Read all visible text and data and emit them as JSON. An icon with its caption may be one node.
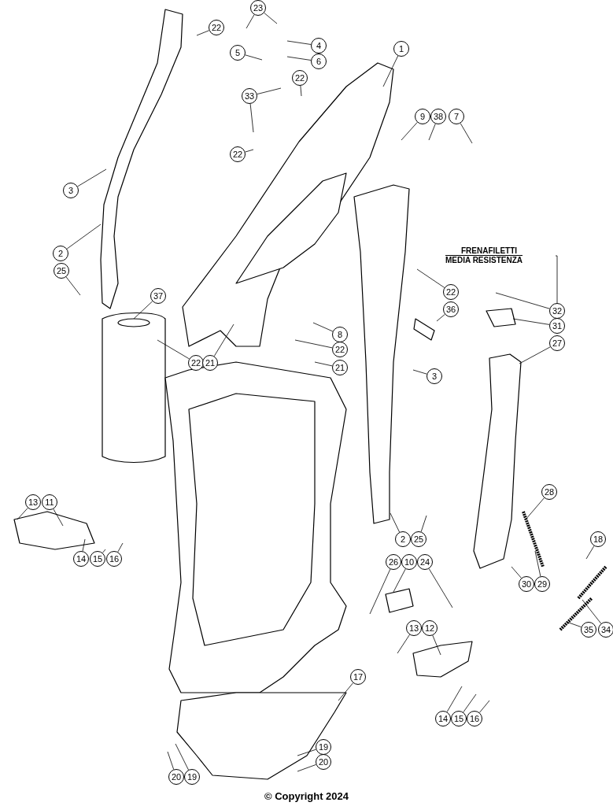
{
  "diagram": {
    "caption": "© Copyright 2024",
    "nodes": [
      {
        "text": [
          "23"
        ]
      },
      {
        "text": [
          "22"
        ]
      },
      {
        "text": [
          "4"
        ]
      },
      {
        "text": [
          "5"
        ]
      },
      {
        "text": [
          "6"
        ]
      },
      {
        "text": [
          "1"
        ]
      },
      {
        "text": [
          "22"
        ]
      },
      {
        "text": [
          "33"
        ]
      },
      {
        "text": [
          "9"
        ]
      },
      {
        "text": [
          "38"
        ]
      },
      {
        "text": [
          "7"
        ]
      },
      {
        "text": [
          "22"
        ]
      },
      {
        "text": [
          "3"
        ]
      },
      {
        "text": [
          "2"
        ]
      },
      {
        "text": [
          "25"
        ]
      },
      {
        "text": [
          "37"
        ]
      },
      {
        "text": [
          "FRENAFILETTI",
          "MEDIA RESISTENZA"
        ]
      },
      {
        "text": [
          "22"
        ]
      },
      {
        "text": [
          "36"
        ]
      },
      {
        "text": [
          "32"
        ]
      },
      {
        "text": [
          "31"
        ]
      },
      {
        "text": [
          "27"
        ]
      },
      {
        "text": [
          "8"
        ]
      },
      {
        "text": [
          "22"
        ]
      },
      {
        "text": [
          "22"
        ]
      },
      {
        "text": [
          "21"
        ]
      },
      {
        "text": [
          "21"
        ]
      },
      {
        "text": [
          "3"
        ]
      },
      {
        "text": [
          "28"
        ]
      },
      {
        "text": [
          "13"
        ]
      },
      {
        "text": [
          "11"
        ]
      },
      {
        "text": [
          "2"
        ]
      },
      {
        "text": [
          "25"
        ]
      },
      {
        "text": [
          "18"
        ]
      },
      {
        "text": [
          "14"
        ]
      },
      {
        "text": [
          "15"
        ]
      },
      {
        "text": [
          "16"
        ]
      },
      {
        "text": [
          "30"
        ]
      },
      {
        "text": [
          "29"
        ]
      },
      {
        "text": [
          "26"
        ]
      },
      {
        "text": [
          "10"
        ]
      },
      {
        "text": [
          "24"
        ]
      },
      {
        "text": [
          "35"
        ]
      },
      {
        "text": [
          "34"
        ]
      },
      {
        "text": [
          "13"
        ]
      },
      {
        "text": [
          "12"
        ]
      },
      {
        "text": [
          "17"
        ]
      },
      {
        "text": [
          "14"
        ]
      },
      {
        "text": [
          "15"
        ]
      },
      {
        "text": [
          "16"
        ]
      },
      {
        "text": [
          "19"
        ]
      },
      {
        "text": [
          "20"
        ]
      },
      {
        "text": [
          "20"
        ]
      },
      {
        "text": [
          "19"
        ]
      }
    ],
    "edges": [
      {
        "from": 0,
        "to": null,
        "arrow": "none"
      },
      {
        "from": 0,
        "to": null,
        "arrow": "none"
      },
      {
        "from": 1,
        "to": null,
        "arrow": "none"
      },
      {
        "from": 2,
        "to": null,
        "arrow": "none"
      },
      {
        "from": 3,
        "to": null,
        "arrow": "none"
      },
      {
        "from": 4,
        "to": null,
        "arrow": "none"
      },
      {
        "from": 5,
        "to": null,
        "arrow": "none"
      },
      {
        "from": 6,
        "to": null,
        "arrow": "none"
      },
      {
        "from": 7,
        "to": null,
        "arrow": "none"
      },
      {
        "from": 7,
        "to": null,
        "arrow": "none"
      },
      {
        "from": 8,
        "to": null,
        "arrow": "none"
      },
      {
        "from": 9,
        "to": null,
        "arrow": "none"
      },
      {
        "from": 10,
        "to": null,
        "arrow": "none"
      },
      {
        "from": 11,
        "to": null,
        "arrow": "none"
      },
      {
        "from": 12,
        "to": null,
        "arrow": "none"
      },
      {
        "from": 13,
        "to": null,
        "arrow": "none"
      },
      {
        "from": 14,
        "to": null,
        "arrow": "none"
      },
      {
        "from": 15,
        "to": null,
        "arrow": "none"
      },
      {
        "from": 16,
        "to": 19,
        "arrow": "none"
      },
      {
        "from": 17,
        "to": null,
        "arrow": "none"
      },
      {
        "from": 18,
        "to": null,
        "arrow": "none"
      },
      {
        "from": 19,
        "to": null,
        "arrow": "none"
      },
      {
        "from": 20,
        "to": null,
        "arrow": "none"
      },
      {
        "from": 21,
        "to": null,
        "arrow": "none"
      },
      {
        "from": 22,
        "to": null,
        "arrow": "none"
      },
      {
        "from": 23,
        "to": null,
        "arrow": "none"
      },
      {
        "from": 24,
        "to": null,
        "arrow": "none"
      },
      {
        "from": 25,
        "to": null,
        "arrow": "none"
      },
      {
        "from": 26,
        "to": null,
        "arrow": "none"
      },
      {
        "from": 27,
        "to": null,
        "arrow": "none"
      },
      {
        "from": 28,
        "to": null,
        "arrow": "none"
      },
      {
        "from": 29,
        "to": null,
        "arrow": "none"
      },
      {
        "from": 30,
        "to": null,
        "arrow": "none"
      },
      {
        "from": 31,
        "to": null,
        "arrow": "none"
      },
      {
        "from": 32,
        "to": null,
        "arrow": "none"
      },
      {
        "from": 33,
        "to": null,
        "arrow": "none"
      },
      {
        "from": 34,
        "to": null,
        "arrow": "none"
      },
      {
        "from": 35,
        "to": null,
        "arrow": "none"
      },
      {
        "from": 36,
        "to": null,
        "arrow": "none"
      },
      {
        "from": 37,
        "to": null,
        "arrow": "none"
      },
      {
        "from": 38,
        "to": null,
        "arrow": "none"
      },
      {
        "from": 39,
        "to": null,
        "arrow": "none"
      },
      {
        "from": 40,
        "to": null,
        "arrow": "none"
      },
      {
        "from": 41,
        "to": null,
        "arrow": "none"
      },
      {
        "from": 42,
        "to": null,
        "arrow": "none"
      },
      {
        "from": 43,
        "to": null,
        "arrow": "none"
      },
      {
        "from": 44,
        "to": null,
        "arrow": "none"
      },
      {
        "from": 45,
        "to": null,
        "arrow": "none"
      },
      {
        "from": 46,
        "to": null,
        "arrow": "none"
      },
      {
        "from": 47,
        "to": null,
        "arrow": "none"
      },
      {
        "from": 48,
        "to": null,
        "arrow": "none"
      },
      {
        "from": 49,
        "to": null,
        "arrow": "none"
      },
      {
        "from": 50,
        "to": null,
        "arrow": "none"
      },
      {
        "from": 51,
        "to": null,
        "arrow": "none"
      },
      {
        "from": 52,
        "to": null,
        "arrow": "none"
      },
      {
        "from": 53,
        "to": null,
        "arrow": "none"
      }
    ]
  }
}
